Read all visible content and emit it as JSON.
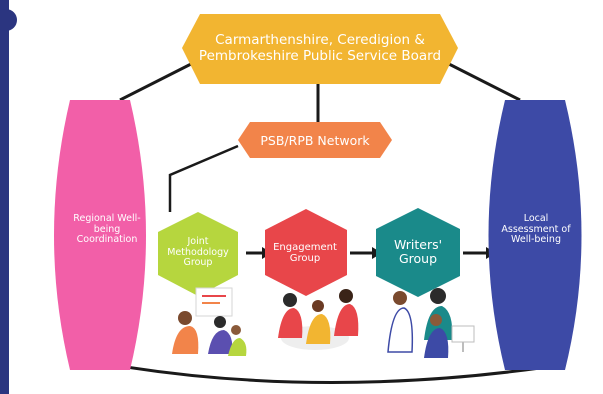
{
  "nodes": {
    "board": {
      "label": "Carmarthenshire, Ceredigion & Pembrokeshire Public Service Board",
      "color": "#f2b531"
    },
    "network": {
      "label": "PSB/RPB Network",
      "color": "#f2844a"
    },
    "regional": {
      "label": "Regional Well-being Coordination",
      "color": "#f25fa8"
    },
    "local": {
      "label": "Local Assessment of Well-being",
      "color": "#3d4aa6"
    },
    "joint": {
      "label": "Joint Methodology Group",
      "color": "#b6d63e"
    },
    "engagement": {
      "label": "Engagement Group",
      "color": "#e8464a"
    },
    "writers": {
      "label": "Writers' Group",
      "color": "#1a8a8a"
    }
  },
  "accent": {
    "sidebar": "#2b3580",
    "lines": "#1a1a1a"
  }
}
